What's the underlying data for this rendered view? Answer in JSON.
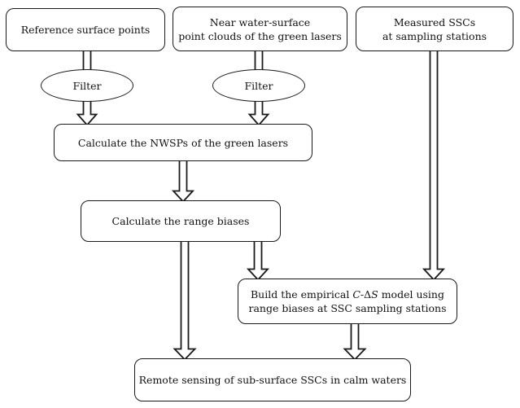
{
  "figure": {
    "type": "flowchart",
    "colors": {
      "line": "#1a1a1a",
      "fill": "#ffffff",
      "text": "#111111"
    }
  },
  "nodes": {
    "reference": {
      "label": "Reference surface points"
    },
    "near_water": {
      "line1": "Near water-surface",
      "line2": "point clouds of the green lasers"
    },
    "measured": {
      "line1": "Measured SSCs",
      "line2": "at sampling stations"
    },
    "filter_left": {
      "label": "Filter"
    },
    "filter_middle": {
      "label": "Filter"
    },
    "calc_nwsp": {
      "label": "Calculate the NWSPs of the green lasers"
    },
    "calc_range_biases": {
      "label": "Calculate the range biases"
    },
    "build_model": {
      "line1_pre": "Build the empirical ",
      "line1_var1": "C",
      "line1_mid": "-Δ",
      "line1_var2": "S",
      "line1_post": " model using",
      "line2": "range biases at SSC sampling stations"
    },
    "remote_sensing": {
      "label": "Remote sensing of sub-surface SSCs in calm waters"
    }
  },
  "edges": [
    {
      "from": "reference",
      "to": "filter_left",
      "arrowhead": false
    },
    {
      "from": "near_water",
      "to": "filter_middle",
      "arrowhead": false
    },
    {
      "from": "filter_left",
      "to": "calc_nwsp",
      "arrowhead": true
    },
    {
      "from": "filter_middle",
      "to": "calc_nwsp",
      "arrowhead": true
    },
    {
      "from": "calc_nwsp",
      "to": "calc_range_biases",
      "arrowhead": true
    },
    {
      "from": "calc_range_biases",
      "to": "remote_sensing",
      "arrowhead": true
    },
    {
      "from": "calc_range_biases",
      "to": "build_model",
      "arrowhead": true
    },
    {
      "from": "measured",
      "to": "build_model",
      "arrowhead": true
    },
    {
      "from": "build_model",
      "to": "remote_sensing",
      "arrowhead": true
    }
  ]
}
